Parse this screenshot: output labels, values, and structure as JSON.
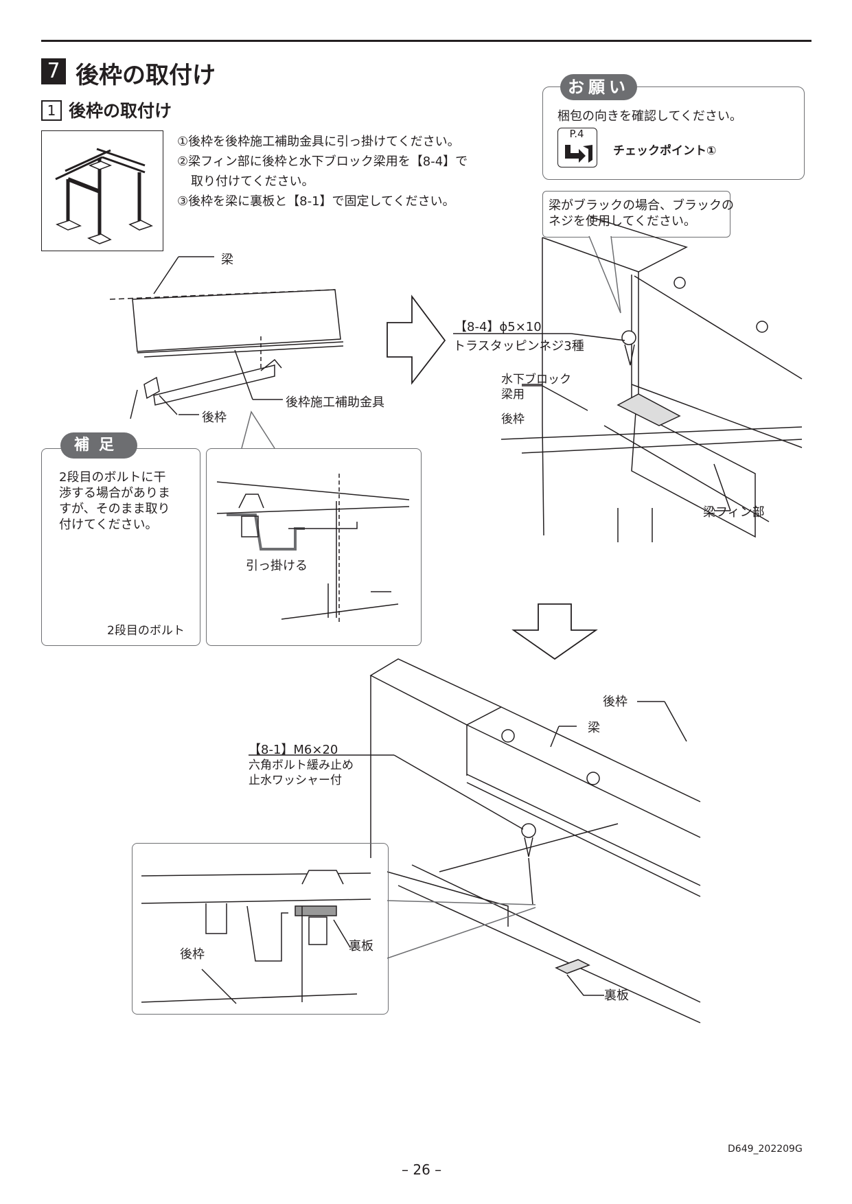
{
  "section": {
    "number": "7",
    "title": "後枠の取付け"
  },
  "subsection": {
    "number": "1",
    "title": "後枠の取付け"
  },
  "steps": [
    "①後枠を後枠施工補助金具に引っ掛けてください。",
    "②梁フィン部に後枠と水下ブロック梁用を【8-4】で",
    "取り付けてください。",
    "③後枠を梁に裏板と【8-1】で固定してください。"
  ],
  "request": {
    "badge": "お願い",
    "text": "梱包の向きを確認してください。",
    "page_ref": "P.4",
    "checkpoint": "チェックポイント①"
  },
  "callout_black": [
    "梁がブラックの場合、ブラックの",
    "ネジを使用してください。"
  ],
  "labels": {
    "beam": "梁",
    "assist_bracket": "後枠施工補助金具",
    "rear_frame": "後枠",
    "hook": "引っ掛ける",
    "screw_code": "【8-4】ϕ5×10",
    "screw_name": "トラスタッピンネジ3種",
    "block_1": "水下ブロック",
    "block_2": "梁用",
    "rear_frame_2": "後枠",
    "beam_fin": "梁フィン部",
    "bolt_code": "【8-1】M6×20",
    "bolt_name_1": "六角ボルト緩み止め",
    "bolt_name_2": "止水ワッシャー付",
    "rear_frame_3": "後枠",
    "beam_2": "梁",
    "back_plate": "裏板",
    "back_plate_2": "裏板",
    "rear_frame_4": "後枠"
  },
  "supplement": {
    "badge": "補足",
    "text": [
      "2段目のボルトに干",
      "渉する場合がありま",
      "すが、そのまま取り",
      "付けてください。"
    ],
    "bolt_label": "2段目のボルト"
  },
  "footer": {
    "code": "D649_202209G",
    "page": "– 26 –"
  }
}
